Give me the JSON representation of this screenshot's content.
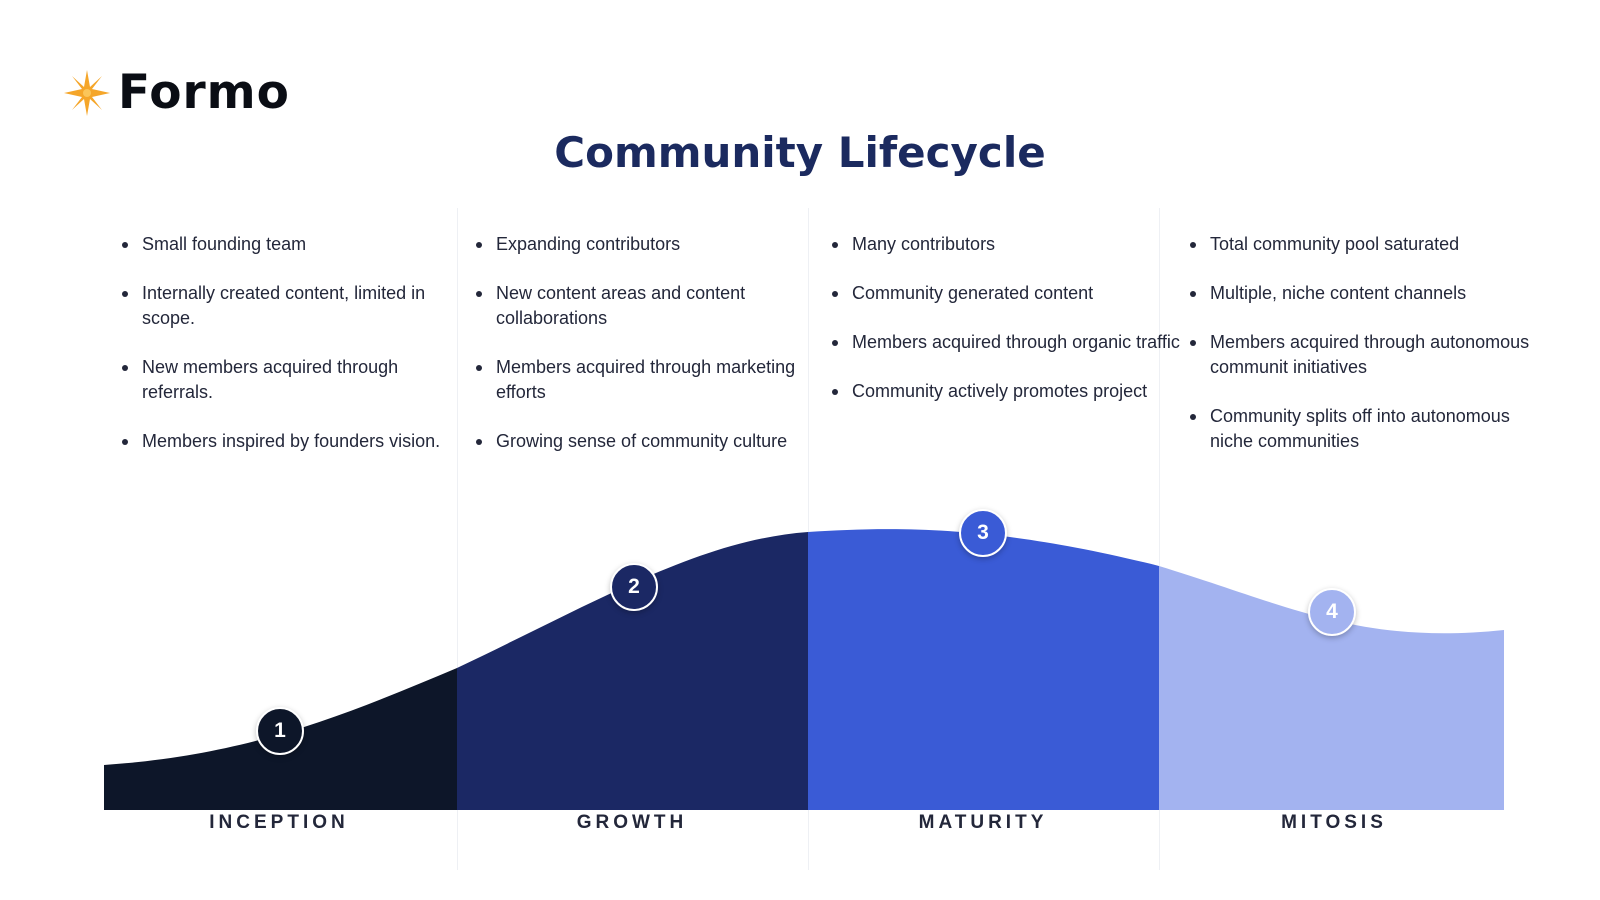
{
  "brand": {
    "name": "Formo",
    "icon": "star-icon"
  },
  "title": "Community Lifecycle",
  "colors": {
    "stage1": "#0d1629",
    "stage2": "#1b2864",
    "stage3": "#3a5bd6",
    "stage4": "#a3b3f0",
    "title": "#1b2a5f"
  },
  "stages": [
    {
      "number": "1",
      "name": "INCEPTION",
      "bullets": [
        "Small founding team",
        "Internally created content, limited in scope.",
        "New members acquired through referrals.",
        "Members inspired by founders vision."
      ]
    },
    {
      "number": "2",
      "name": "GROWTH",
      "bullets": [
        "Expanding contributors",
        "New content areas and content collaborations",
        "Members acquired through marketing efforts",
        "Growing sense of community culture"
      ]
    },
    {
      "number": "3",
      "name": "MATURITY",
      "bullets": [
        "Many contributors",
        "Community generated content",
        "Members acquired through organic traffic",
        "Community actively promotes project"
      ]
    },
    {
      "number": "4",
      "name": "MITOSIS",
      "bullets": [
        "Total community pool saturated",
        "Multiple, niche content channels",
        "Members acquired through autonomous communit initiatives",
        "Community splits off into autonomous niche communities"
      ]
    }
  ]
}
